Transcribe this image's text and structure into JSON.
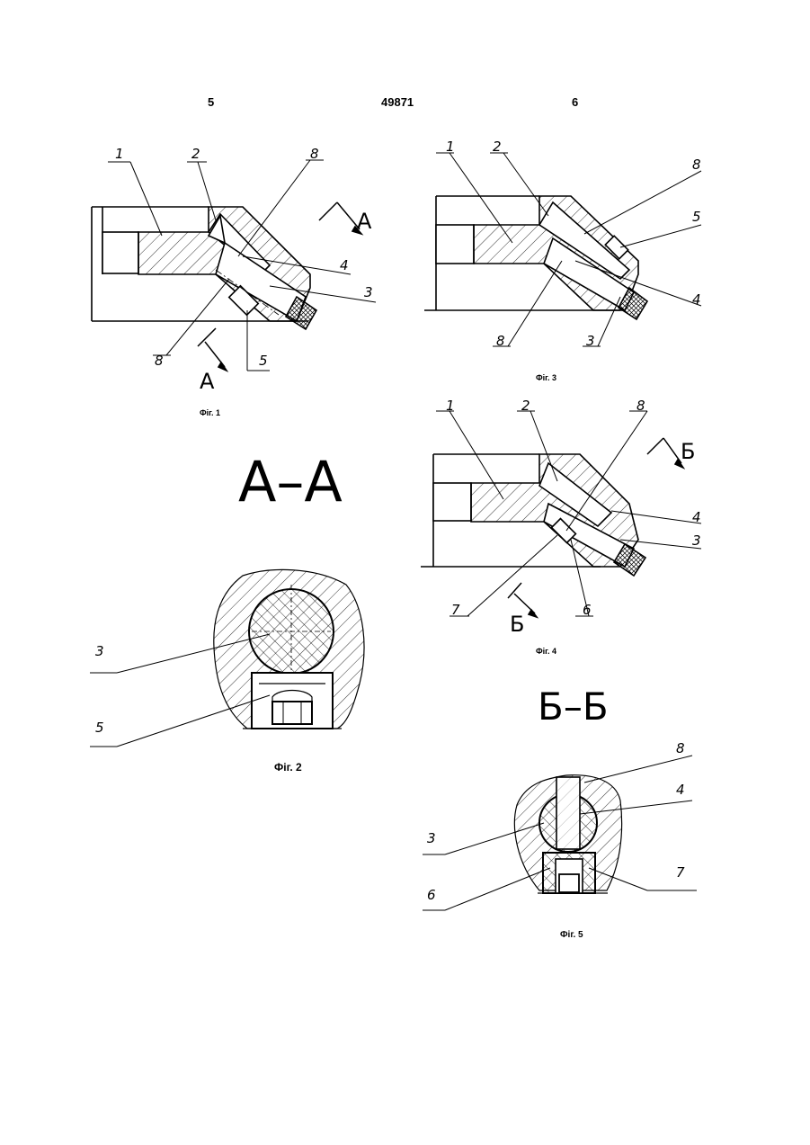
{
  "header": {
    "left_page": "5",
    "patent_number": "49871",
    "right_page": "6"
  },
  "figures": {
    "fig1": {
      "caption": "Фіг. 1",
      "labels": [
        "1",
        "2",
        "8",
        "4",
        "3",
        "5",
        "8"
      ],
      "section_mark": "A"
    },
    "fig2": {
      "caption": "Фіг. 2",
      "title": "А–А",
      "labels": [
        "3",
        "5"
      ]
    },
    "fig3": {
      "caption": "Фіг. 3",
      "labels": [
        "1",
        "2",
        "8",
        "5",
        "4",
        "8",
        "3"
      ]
    },
    "fig4": {
      "caption": "Фіг. 4",
      "labels": [
        "1",
        "2",
        "8",
        "4",
        "3",
        "7",
        "6"
      ],
      "section_mark": "Б"
    },
    "fig5": {
      "caption": "Фіг. 5",
      "title": "Б–Б",
      "labels": [
        "8",
        "4",
        "3",
        "7",
        "6"
      ]
    }
  }
}
